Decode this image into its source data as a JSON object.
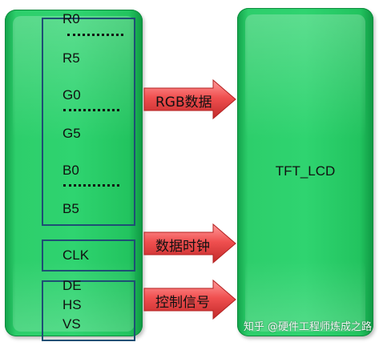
{
  "controller": {
    "rgb_signals": {
      "red_first": "R0",
      "red_last": "R5",
      "green_first": "G0",
      "green_last": "G5",
      "blue_first": "B0",
      "blue_last": "B5"
    },
    "clock_signal": "CLK",
    "control_signals": [
      "DE",
      "HS",
      "VS"
    ]
  },
  "arrows": {
    "rgb": "RGB数据",
    "clock": "数据时钟",
    "control": "控制信号"
  },
  "display": {
    "label": "TFT_LCD"
  },
  "watermark": "知乎 @硬件工程师炼成之路",
  "colors": {
    "block_green": "#2fd470",
    "box_border": "#1e4f74",
    "arrow_red": "#f05050"
  }
}
